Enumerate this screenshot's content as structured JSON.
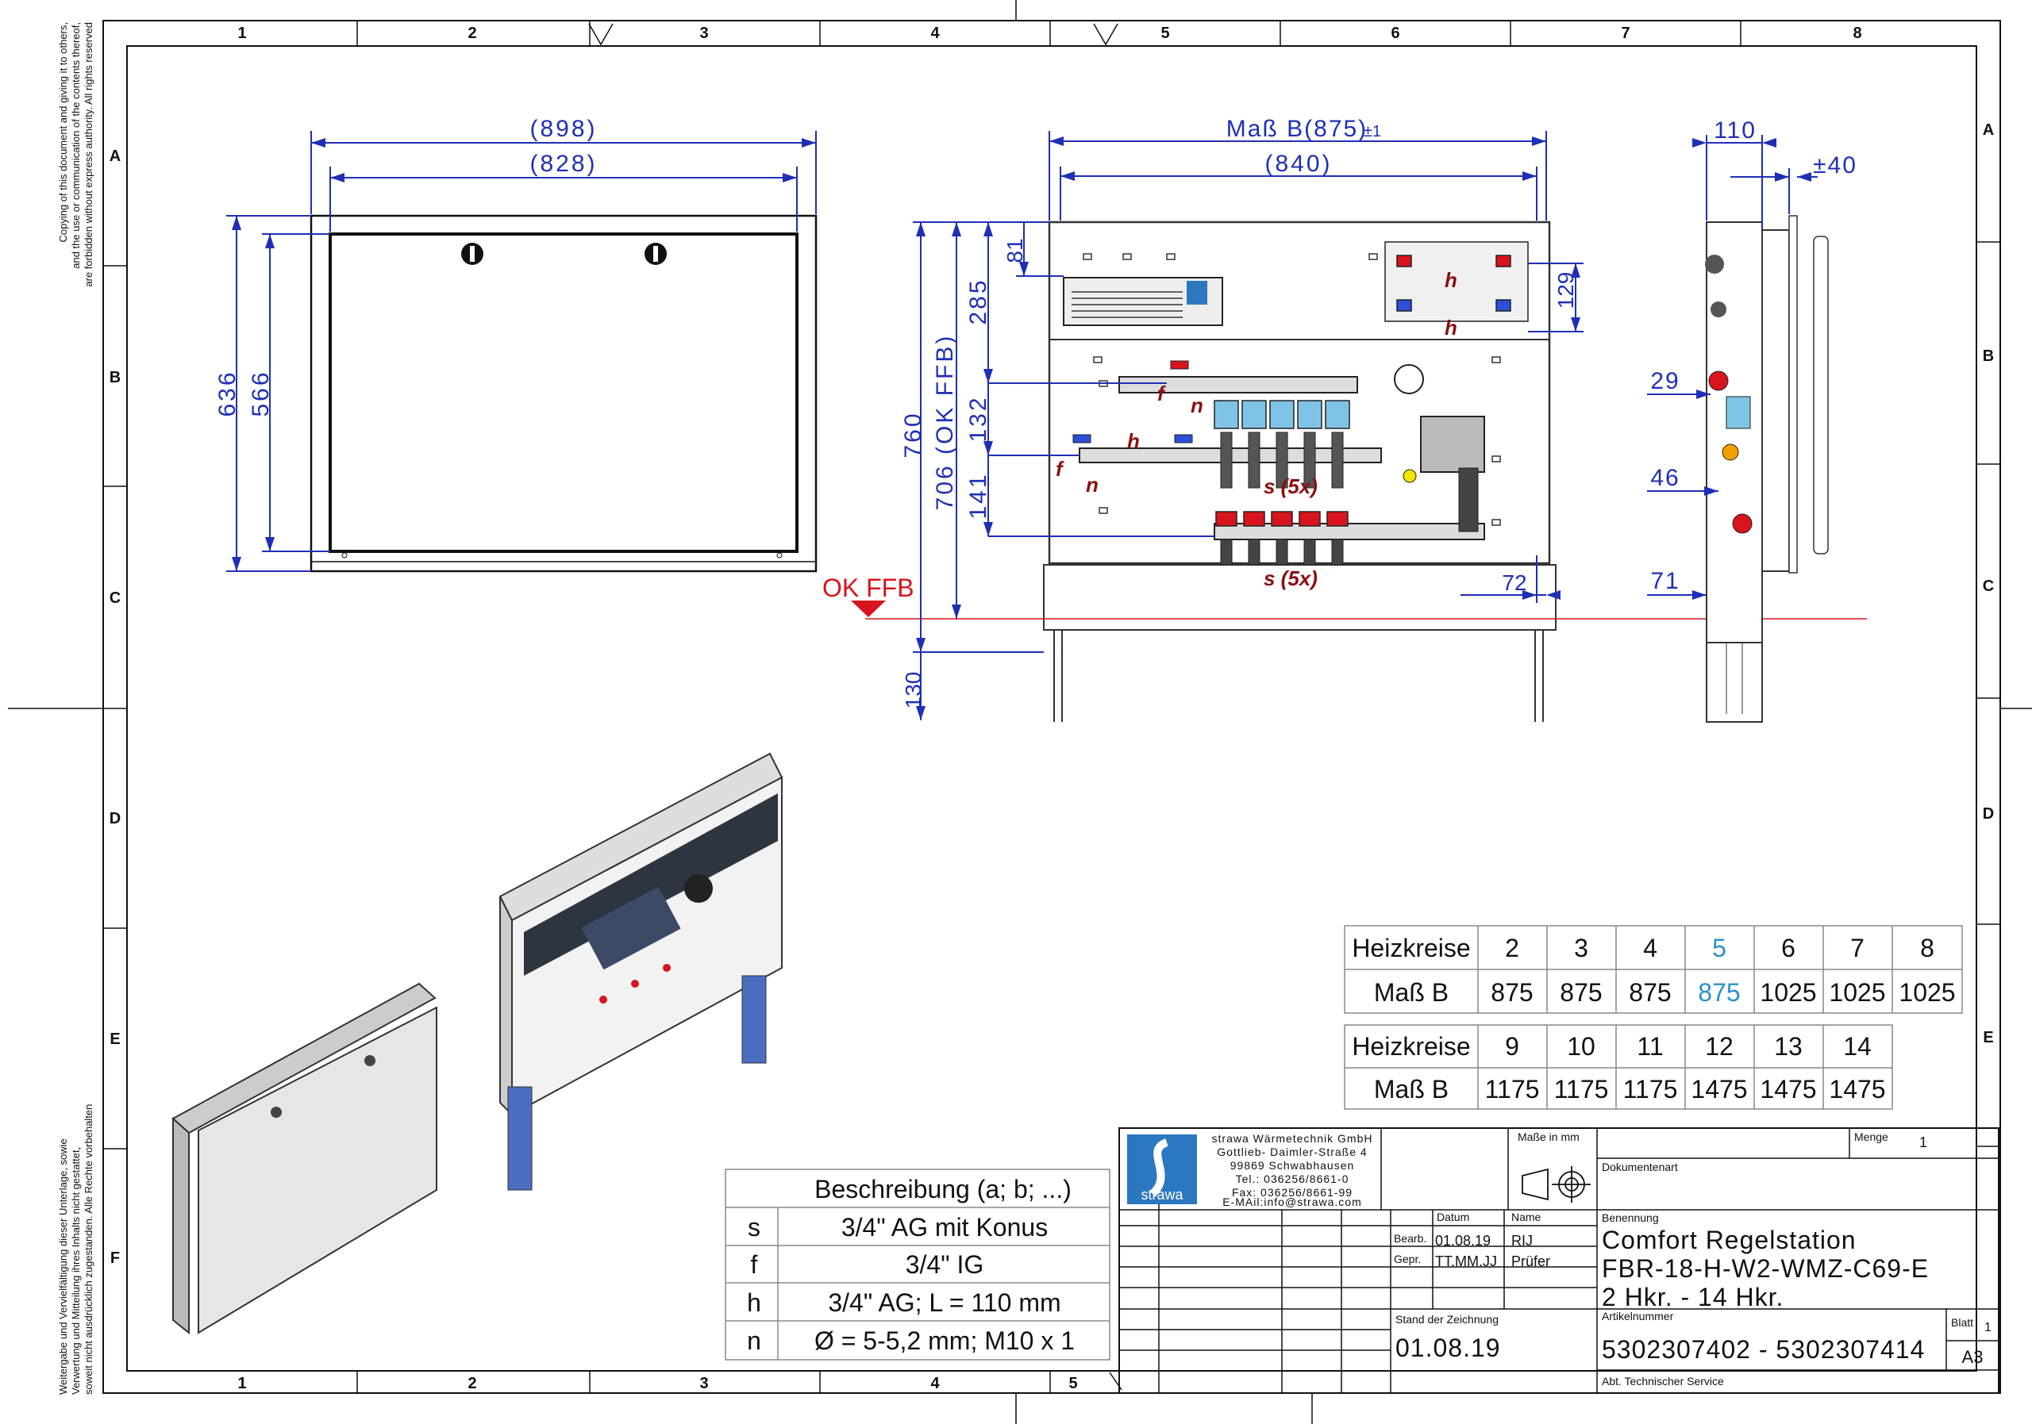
{
  "copyright_notice": {
    "lines": [
      "Copying of this document and giving it to others,",
      "and the use or communication of the contents thereof,",
      "are forbidden without express authority. All rights reserved"
    ]
  },
  "copyright_notice_de": {
    "lines": [
      "Weitergabe und Vervielfältigung dieser Unterlage, sowie",
      "Verwertung und Mitteilung ihres Inhalts nicht gestattet,",
      "soweit nicht ausdrücklich zugestanden. Alle Rechte vorbehalten"
    ]
  },
  "grid": {
    "columns": [
      "1",
      "2",
      "3",
      "4",
      "5",
      "6",
      "7",
      "8"
    ],
    "rows": [
      "A",
      "B",
      "C",
      "D",
      "E",
      "F"
    ]
  },
  "front_view": {
    "dim_898": "(898)",
    "dim_828": "(828)",
    "dim_636": "636",
    "dim_566": "566"
  },
  "main_view": {
    "dim_mass_b": "Maß B(875)",
    "dim_tol": "±1",
    "dim_840": "(840)",
    "dim_760": "760",
    "dim_706": "706 (OK FFB)",
    "dim_81": "81",
    "dim_285": "285",
    "dim_132": "132",
    "dim_141": "141",
    "dim_129": "129",
    "dim_72": "72",
    "dim_130": "130",
    "ok_ffb": "OK FFB",
    "label_s5x_top": "s (5x)",
    "label_s5x_bottom": "s (5x)",
    "label_f": "f",
    "label_n": "n",
    "label_h": "h"
  },
  "side_view": {
    "dim_110": "110",
    "dim_pm40": "±40",
    "dim_29": "29",
    "dim_46": "46",
    "dim_71": "71"
  },
  "size_table_1": {
    "row1_label": "Heizkreise",
    "row2_label": "Maß B",
    "circuits": [
      "2",
      "3",
      "4",
      "5",
      "6",
      "7",
      "8"
    ],
    "widths": [
      "875",
      "875",
      "875",
      "875",
      "1025",
      "1025",
      "1025"
    ],
    "highlight_index": 3
  },
  "size_table_2": {
    "row1_label": "Heizkreise",
    "row2_label": "Maß B",
    "circuits": [
      "9",
      "10",
      "11",
      "12",
      "13",
      "14"
    ],
    "widths": [
      "1175",
      "1175",
      "1175",
      "1475",
      "1475",
      "1475"
    ]
  },
  "legend_table": {
    "header": "Beschreibung (a; b; ...)",
    "rows": [
      {
        "key": "s",
        "desc": "3/4\" AG mit Konus"
      },
      {
        "key": "f",
        "desc": "3/4\" IG"
      },
      {
        "key": "h",
        "desc": "3/4\" AG; L = 110 mm"
      },
      {
        "key": "n",
        "desc": "Ø = 5-5,2 mm; M10 x 1"
      }
    ]
  },
  "title_block": {
    "company_lines": [
      "strawa Wärmetechnik GmbH",
      "Gottlieb- Daimler-Straße 4",
      "99869 Schwabhausen",
      "Tel.: 036256/8661-0",
      "Fax: 036256/8661-99",
      "E-MAil:info@strawa.com"
    ],
    "logo_text": "strawa",
    "units_label": "Maße in mm",
    "menge_label": "Menge",
    "menge_value": "1",
    "dokumentenart_label": "Dokumentenart",
    "datum_label": "Datum",
    "name_label": "Name",
    "bearb_label": "Bearb.",
    "bearb_date": "01.08.19",
    "bearb_name": "RIJ",
    "gepr_label": "Gepr.",
    "gepr_date": "TT.MM.JJ",
    "gepr_name": "Prüfer",
    "benennung_label": "Benennung",
    "title_line1": "Comfort Regelstation",
    "title_line2": "FBR-18-H-W2-WMZ-C69-E",
    "title_line3": "2 Hkr. - 14 Hkr.",
    "stand_label": "Stand der Zeichnung",
    "stand_value": "01.08.19",
    "artikel_label": "Artikelnummer",
    "artikel_value": "5302307402 - 5302307414",
    "blatt_label": "Blatt",
    "blatt_value": "1",
    "format_value": "A3",
    "department": "Abt. Technischer Service"
  },
  "colors": {
    "dimension_blue": "#1f2fb5",
    "highlight_blue": "#2a8fd0",
    "ffb_red": "#d8141c",
    "label_darkred": "#8a1010",
    "valve_red": "#d8141c",
    "valve_blue": "#2b4fd8",
    "meter_lightblue": "#7fc4e6",
    "logo_blue": "#2c78c0"
  }
}
